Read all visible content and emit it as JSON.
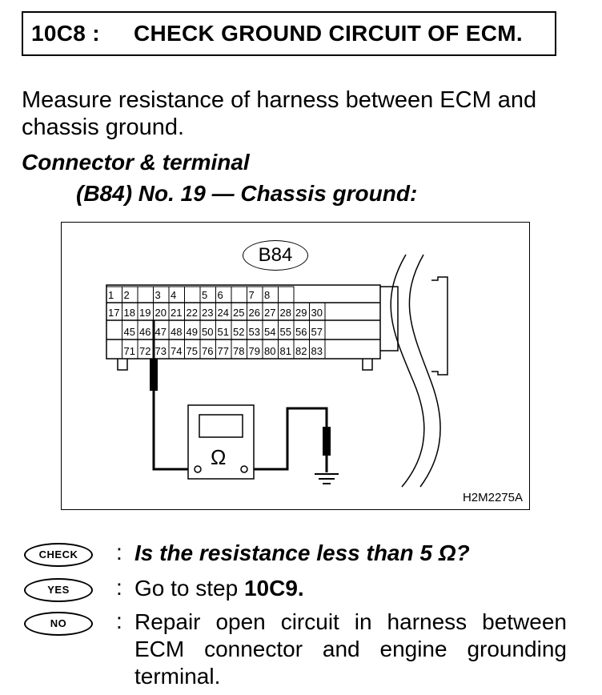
{
  "step": {
    "code": "10C8 :",
    "title": "CHECK GROUND CIRCUIT OF ECM."
  },
  "intro": "Measure resistance of harness between ECM and chassis ground.",
  "connector": {
    "heading": "Connector & terminal",
    "detail": "(B84) No. 19 — Chassis ground:"
  },
  "figure": {
    "connector_label": "B84",
    "meter_symbol": "Ω",
    "figure_id": "H2M2275A",
    "row1": [
      "1",
      "2",
      "",
      "3",
      "4",
      "",
      "5",
      "6",
      "",
      "7",
      "8",
      ""
    ],
    "row2": [
      "17",
      "18",
      "19",
      "20",
      "21",
      "22",
      "23",
      "24",
      "25",
      "26",
      "27",
      "28",
      "29",
      "30"
    ],
    "row3": [
      "45",
      "46",
      "47",
      "48",
      "49",
      "50",
      "51",
      "52",
      "53",
      "54",
      "55",
      "56",
      "57"
    ],
    "row4": [
      "71",
      "72",
      "73",
      "74",
      "75",
      "76",
      "77",
      "78",
      "79",
      "80",
      "81",
      "82",
      "83"
    ]
  },
  "check": {
    "badge": "CHECK",
    "colon": ":",
    "text": "Is the resistance less than 5 Ω?"
  },
  "yes": {
    "badge": "YES",
    "colon": ":",
    "text_prefix": "Go to step ",
    "target": "10C9."
  },
  "no": {
    "badge": "NO",
    "colon": ":",
    "text": "Repair open circuit in harness between ECM connector and engine grounding terminal."
  }
}
